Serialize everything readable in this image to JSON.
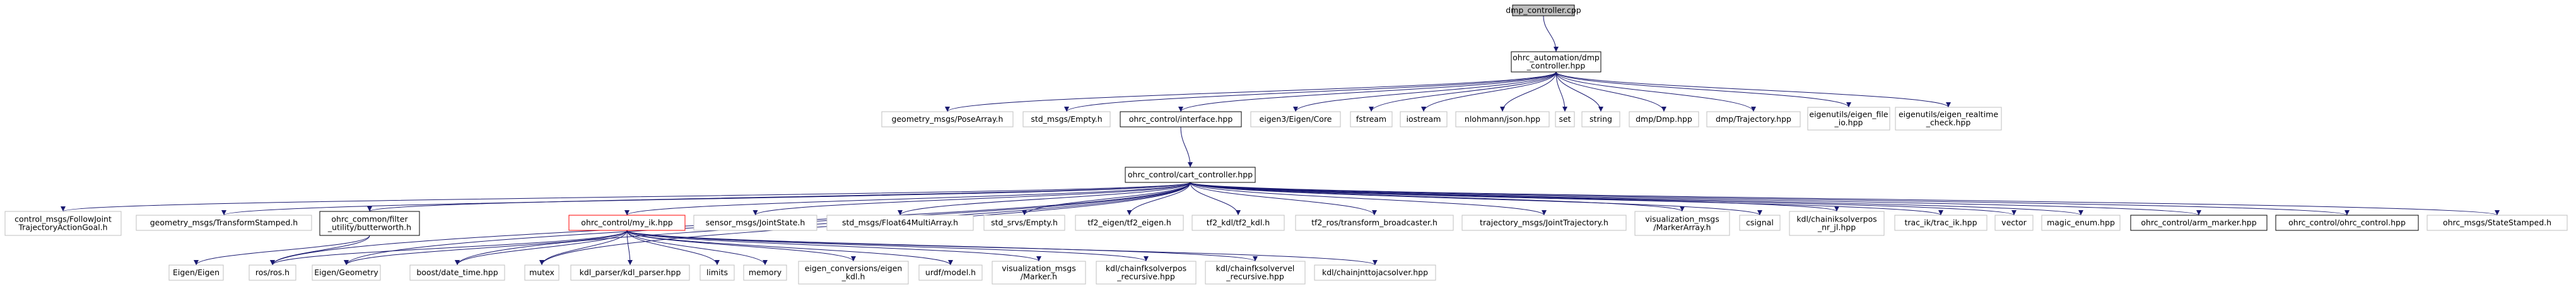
{
  "colors": {
    "edge": "#191970",
    "root_fill": "#bfbfbf",
    "root_border": "#000000",
    "local_border": "#000000",
    "external_border": "#bfbfbf",
    "highlight_border": "#ff0000",
    "text": "#000000"
  },
  "nodes": [
    {
      "id": "dmp_controller_cpp",
      "lines": [
        "dmp_controller.cpp"
      ],
      "kind": "root"
    },
    {
      "id": "ohrc_automation_dmp_controller_hpp",
      "lines": [
        "ohrc_automation/dmp",
        "_controller.hpp"
      ],
      "kind": "local"
    },
    {
      "id": "geometry_msgs_posearray_h",
      "lines": [
        "geometry_msgs/PoseArray.h"
      ],
      "kind": "external"
    },
    {
      "id": "std_msgs_empty_h_1",
      "lines": [
        "std_msgs/Empty.h"
      ],
      "kind": "external"
    },
    {
      "id": "ohrc_control_interface_hpp",
      "lines": [
        "ohrc_control/interface.hpp"
      ],
      "kind": "local"
    },
    {
      "id": "eigen3_eigen_core",
      "lines": [
        "eigen3/Eigen/Core"
      ],
      "kind": "external"
    },
    {
      "id": "fstream",
      "lines": [
        "fstream"
      ],
      "kind": "external"
    },
    {
      "id": "iostream",
      "lines": [
        "iostream"
      ],
      "kind": "external"
    },
    {
      "id": "nlohmann_json_hpp",
      "lines": [
        "nlohmann/json.hpp"
      ],
      "kind": "external"
    },
    {
      "id": "set",
      "lines": [
        "set"
      ],
      "kind": "external"
    },
    {
      "id": "string",
      "lines": [
        "string"
      ],
      "kind": "external"
    },
    {
      "id": "dmp_dmp_hpp",
      "lines": [
        "dmp/Dmp.hpp"
      ],
      "kind": "external"
    },
    {
      "id": "dmp_trajectory_hpp",
      "lines": [
        "dmp/Trajectory.hpp"
      ],
      "kind": "external"
    },
    {
      "id": "eigenutils_eigen_file_io_hpp",
      "lines": [
        "eigenutils/eigen_file",
        "_io.hpp"
      ],
      "kind": "external"
    },
    {
      "id": "eigenutils_eigen_realtime_check_hpp",
      "lines": [
        "eigenutils/eigen_realtime",
        "_check.hpp"
      ],
      "kind": "external"
    },
    {
      "id": "ohrc_control_cart_controller_hpp",
      "lines": [
        "ohrc_control/cart_controller.hpp"
      ],
      "kind": "local"
    },
    {
      "id": "control_msgs_followjoint_h",
      "lines": [
        "control_msgs/FollowJoint",
        "TrajectoryActionGoal.h"
      ],
      "kind": "external"
    },
    {
      "id": "geometry_msgs_transformstamped_h",
      "lines": [
        "geometry_msgs/TransformStamped.h"
      ],
      "kind": "external"
    },
    {
      "id": "ohrc_common_filter_butterworth_h",
      "lines": [
        "ohrc_common/filter",
        "_utility/butterworth.h"
      ],
      "kind": "local"
    },
    {
      "id": "ohrc_control_my_ik_hpp",
      "lines": [
        "ohrc_control/my_ik.hpp"
      ],
      "kind": "highlight"
    },
    {
      "id": "sensor_msgs_jointstate_h",
      "lines": [
        "sensor_msgs/JointState.h"
      ],
      "kind": "external"
    },
    {
      "id": "std_msgs_float64multiarray_h",
      "lines": [
        "std_msgs/Float64MultiArray.h"
      ],
      "kind": "external"
    },
    {
      "id": "std_srvs_empty_h",
      "lines": [
        "std_srvs/Empty.h"
      ],
      "kind": "external"
    },
    {
      "id": "tf2_eigen_tf2_eigen_h",
      "lines": [
        "tf2_eigen/tf2_eigen.h"
      ],
      "kind": "external"
    },
    {
      "id": "tf2_kdl_tf2_kdl_h",
      "lines": [
        "tf2_kdl/tf2_kdl.h"
      ],
      "kind": "external"
    },
    {
      "id": "tf2_ros_transform_broadcaster_h",
      "lines": [
        "tf2_ros/transform_broadcaster.h"
      ],
      "kind": "external"
    },
    {
      "id": "trajectory_msgs_jointtrajectory_h",
      "lines": [
        "trajectory_msgs/JointTrajectory.h"
      ],
      "kind": "external"
    },
    {
      "id": "visualization_msgs_markerarray_h",
      "lines": [
        "visualization_msgs",
        "/MarkerArray.h"
      ],
      "kind": "external"
    },
    {
      "id": "csignal",
      "lines": [
        "csignal"
      ],
      "kind": "external"
    },
    {
      "id": "kdl_chainiksolverpos_nr_jl_hpp",
      "lines": [
        "kdl/chainiksolverpos",
        "_nr_jl.hpp"
      ],
      "kind": "external"
    },
    {
      "id": "trac_ik_trac_ik_hpp",
      "lines": [
        "trac_ik/trac_ik.hpp"
      ],
      "kind": "external"
    },
    {
      "id": "vector",
      "lines": [
        "vector"
      ],
      "kind": "external"
    },
    {
      "id": "magic_enum_hpp",
      "lines": [
        "magic_enum.hpp"
      ],
      "kind": "external"
    },
    {
      "id": "ohrc_control_arm_marker_hpp",
      "lines": [
        "ohrc_control/arm_marker.hpp"
      ],
      "kind": "local"
    },
    {
      "id": "ohrc_control_ohrc_control_hpp",
      "lines": [
        "ohrc_control/ohrc_control.hpp"
      ],
      "kind": "local"
    },
    {
      "id": "ohrc_msgs_statestamped_h",
      "lines": [
        "ohrc_msgs/StateStamped.h"
      ],
      "kind": "external"
    },
    {
      "id": "eigen_eigen",
      "lines": [
        "Eigen/Eigen"
      ],
      "kind": "external"
    },
    {
      "id": "ros_ros_h",
      "lines": [
        "ros/ros.h"
      ],
      "kind": "external"
    },
    {
      "id": "eigen_geometry",
      "lines": [
        "Eigen/Geometry"
      ],
      "kind": "external"
    },
    {
      "id": "boost_date_time_hpp",
      "lines": [
        "boost/date_time.hpp"
      ],
      "kind": "external"
    },
    {
      "id": "mutex",
      "lines": [
        "mutex"
      ],
      "kind": "external"
    },
    {
      "id": "kdl_parser_kdl_parser_hpp",
      "lines": [
        "kdl_parser/kdl_parser.hpp"
      ],
      "kind": "external"
    },
    {
      "id": "limits",
      "lines": [
        "limits"
      ],
      "kind": "external"
    },
    {
      "id": "memory",
      "lines": [
        "memory"
      ],
      "kind": "external"
    },
    {
      "id": "eigen_conversions_eigen_kdl_h",
      "lines": [
        "eigen_conversions/eigen",
        "_kdl.h"
      ],
      "kind": "external"
    },
    {
      "id": "urdf_model_h",
      "lines": [
        "urdf/model.h"
      ],
      "kind": "external"
    },
    {
      "id": "visualization_msgs_marker_h",
      "lines": [
        "visualization_msgs",
        "/Marker.h"
      ],
      "kind": "external"
    },
    {
      "id": "kdl_chainiksolverpos_recursive_hpp",
      "lines": [
        "kdl/chainfksolverpos",
        "_recursive.hpp"
      ],
      "kind": "external"
    },
    {
      "id": "kdl_chainfksolvervel_recursive_hpp",
      "lines": [
        "kdl/chainfksolvervel",
        "_recursive.hpp"
      ],
      "kind": "external"
    },
    {
      "id": "kdl_chainjnttojacsolver_hpp",
      "lines": [
        "kdl/chainjnttojacsolver.hpp"
      ],
      "kind": "external"
    }
  ],
  "edges": [
    [
      "dmp_controller_cpp",
      "ohrc_automation_dmp_controller_hpp"
    ],
    [
      "ohrc_automation_dmp_controller_hpp",
      "geometry_msgs_posearray_h"
    ],
    [
      "ohrc_automation_dmp_controller_hpp",
      "std_msgs_empty_h_1"
    ],
    [
      "ohrc_automation_dmp_controller_hpp",
      "ohrc_control_interface_hpp"
    ],
    [
      "ohrc_automation_dmp_controller_hpp",
      "eigen3_eigen_core"
    ],
    [
      "ohrc_automation_dmp_controller_hpp",
      "fstream"
    ],
    [
      "ohrc_automation_dmp_controller_hpp",
      "iostream"
    ],
    [
      "ohrc_automation_dmp_controller_hpp",
      "nlohmann_json_hpp"
    ],
    [
      "ohrc_automation_dmp_controller_hpp",
      "set"
    ],
    [
      "ohrc_automation_dmp_controller_hpp",
      "string"
    ],
    [
      "ohrc_automation_dmp_controller_hpp",
      "dmp_dmp_hpp"
    ],
    [
      "ohrc_automation_dmp_controller_hpp",
      "dmp_trajectory_hpp"
    ],
    [
      "ohrc_automation_dmp_controller_hpp",
      "eigenutils_eigen_file_io_hpp"
    ],
    [
      "ohrc_automation_dmp_controller_hpp",
      "eigenutils_eigen_realtime_check_hpp"
    ],
    [
      "ohrc_control_interface_hpp",
      "ohrc_control_cart_controller_hpp"
    ],
    [
      "ohrc_control_cart_controller_hpp",
      "control_msgs_followjoint_h"
    ],
    [
      "ohrc_control_cart_controller_hpp",
      "geometry_msgs_transformstamped_h"
    ],
    [
      "ohrc_control_cart_controller_hpp",
      "ohrc_common_filter_butterworth_h"
    ],
    [
      "ohrc_control_cart_controller_hpp",
      "ohrc_control_my_ik_hpp"
    ],
    [
      "ohrc_control_cart_controller_hpp",
      "sensor_msgs_jointstate_h"
    ],
    [
      "ohrc_control_cart_controller_hpp",
      "std_msgs_float64multiarray_h"
    ],
    [
      "ohrc_control_cart_controller_hpp",
      "std_srvs_empty_h"
    ],
    [
      "ohrc_control_cart_controller_hpp",
      "tf2_eigen_tf2_eigen_h"
    ],
    [
      "ohrc_control_cart_controller_hpp",
      "tf2_kdl_tf2_kdl_h"
    ],
    [
      "ohrc_control_cart_controller_hpp",
      "tf2_ros_transform_broadcaster_h"
    ],
    [
      "ohrc_control_cart_controller_hpp",
      "trajectory_msgs_jointtrajectory_h"
    ],
    [
      "ohrc_control_cart_controller_hpp",
      "visualization_msgs_markerarray_h"
    ],
    [
      "ohrc_control_cart_controller_hpp",
      "csignal"
    ],
    [
      "ohrc_control_cart_controller_hpp",
      "kdl_chainiksolverpos_nr_jl_hpp"
    ],
    [
      "ohrc_control_cart_controller_hpp",
      "trac_ik_trac_ik_hpp"
    ],
    [
      "ohrc_control_cart_controller_hpp",
      "vector"
    ],
    [
      "ohrc_control_cart_controller_hpp",
      "magic_enum_hpp"
    ],
    [
      "ohrc_control_cart_controller_hpp",
      "ohrc_control_arm_marker_hpp"
    ],
    [
      "ohrc_control_cart_controller_hpp",
      "ohrc_control_ohrc_control_hpp"
    ],
    [
      "ohrc_control_cart_controller_hpp",
      "ohrc_msgs_statestamped_h"
    ],
    [
      "ohrc_control_cart_controller_hpp",
      "ros_ros_h"
    ],
    [
      "ohrc_control_cart_controller_hpp",
      "eigen_geometry"
    ],
    [
      "ohrc_control_cart_controller_hpp",
      "boost_date_time_hpp"
    ],
    [
      "ohrc_control_cart_controller_hpp",
      "mutex"
    ],
    [
      "ohrc_common_filter_butterworth_h",
      "eigen_eigen"
    ],
    [
      "ohrc_common_filter_butterworth_h",
      "ros_ros_h"
    ],
    [
      "ohrc_control_my_ik_hpp",
      "ros_ros_h"
    ],
    [
      "ohrc_control_my_ik_hpp",
      "eigen_geometry"
    ],
    [
      "ohrc_control_my_ik_hpp",
      "boost_date_time_hpp"
    ],
    [
      "ohrc_control_my_ik_hpp",
      "mutex"
    ],
    [
      "ohrc_control_my_ik_hpp",
      "kdl_parser_kdl_parser_hpp"
    ],
    [
      "ohrc_control_my_ik_hpp",
      "limits"
    ],
    [
      "ohrc_control_my_ik_hpp",
      "memory"
    ],
    [
      "ohrc_control_my_ik_hpp",
      "eigen_conversions_eigen_kdl_h"
    ],
    [
      "ohrc_control_my_ik_hpp",
      "urdf_model_h"
    ],
    [
      "ohrc_control_my_ik_hpp",
      "visualization_msgs_marker_h"
    ],
    [
      "ohrc_control_my_ik_hpp",
      "kdl_chainiksolverpos_recursive_hpp"
    ],
    [
      "ohrc_control_my_ik_hpp",
      "kdl_chainfksolvervel_recursive_hpp"
    ],
    [
      "ohrc_control_my_ik_hpp",
      "kdl_chainjnttojacsolver_hpp"
    ]
  ]
}
